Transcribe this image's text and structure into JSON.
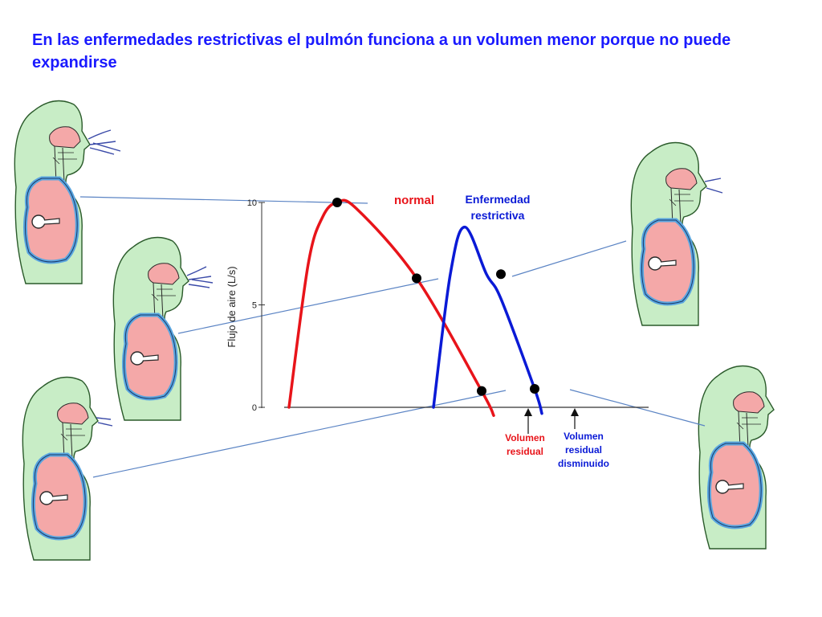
{
  "slide": {
    "title": "En las enfermedades restrictivas el pulmón funciona a un volumen menor porque no puede expandirse"
  },
  "colors": {
    "title": "#1a1aff",
    "normal": "#e8141a",
    "restrictive": "#0a1ad6",
    "connector": "#5b84c4",
    "skin": "#c8edc6",
    "lung": "#f4a8a8",
    "pleura": "#5aa6e0"
  },
  "chart_data": {
    "type": "line",
    "ylabel": "Flujo de aire (L/s)",
    "xlabel": "",
    "yticks": [
      {
        "value": 0,
        "label": "0"
      },
      {
        "value": 5,
        "label": "5"
      },
      {
        "value": 10,
        "label": "10"
      }
    ],
    "ylim": [
      0,
      10
    ],
    "series": [
      {
        "name": "normal",
        "color": "#e8141a",
        "points": [
          [
            0.2,
            0
          ],
          [
            1.0,
            7
          ],
          [
            1.6,
            9.3
          ],
          [
            2.2,
            10
          ],
          [
            3.0,
            9.7
          ],
          [
            5.5,
            6.3
          ],
          [
            8.2,
            0.8
          ],
          [
            8.7,
            -0.4
          ]
        ]
      },
      {
        "name": "Enfermedad restrictiva",
        "color": "#0a1ad6",
        "points": [
          [
            6.2,
            0
          ],
          [
            6.9,
            6.5
          ],
          [
            7.5,
            8.8
          ],
          [
            8.4,
            6.5
          ],
          [
            9.0,
            5.3
          ],
          [
            10.4,
            0.9
          ],
          [
            10.7,
            -0.3
          ]
        ]
      }
    ],
    "markers": [
      {
        "series": "normal",
        "x": 2.2,
        "y": 10
      },
      {
        "series": "normal",
        "x": 5.5,
        "y": 6.3
      },
      {
        "series": "normal",
        "x": 8.2,
        "y": 0.8
      },
      {
        "series": "Enfermedad restrictiva",
        "x": 9.0,
        "y": 6.5
      },
      {
        "series": "Enfermedad restrictiva",
        "x": 10.4,
        "y": 0.9
      }
    ],
    "annotations": {
      "normal_label": "normal",
      "restrictive_label_1": "Enfermedad",
      "restrictive_label_2": "restrictiva",
      "residual_normal_1": "Volumen",
      "residual_normal_2": "residual",
      "residual_restrictive_1": "Volumen",
      "residual_restrictive_2": "residual",
      "residual_restrictive_3": "disminuido"
    }
  }
}
